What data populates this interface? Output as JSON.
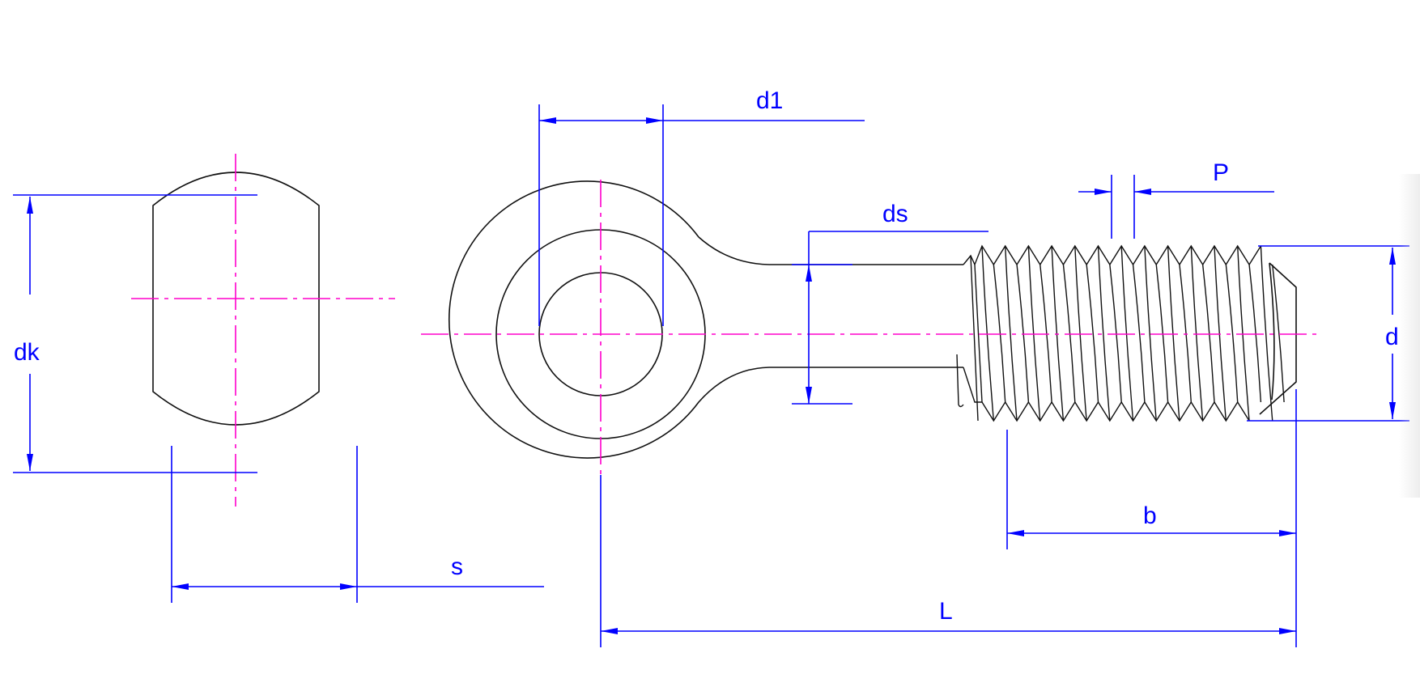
{
  "drawing": {
    "subject": "Eye bolt with threaded shank",
    "views": [
      "side view of eye (ball head)",
      "front view of eye bolt"
    ],
    "colors": {
      "outline": "#111111",
      "dimension": "#0000ff",
      "centerline": "#ff00cc",
      "background": "#ffffff"
    }
  },
  "dimensions": {
    "dk": {
      "label": "dk",
      "meaning": "head diameter"
    },
    "s": {
      "label": "s",
      "meaning": "eye thickness"
    },
    "d1": {
      "label": "d1",
      "meaning": "eye hole diameter"
    },
    "ds": {
      "label": "ds",
      "meaning": "shank diameter"
    },
    "P": {
      "label": "P",
      "meaning": "thread pitch"
    },
    "d": {
      "label": "d",
      "meaning": "thread diameter"
    },
    "b": {
      "label": "b",
      "meaning": "thread length"
    },
    "L": {
      "label": "L",
      "meaning": "nominal length"
    }
  }
}
